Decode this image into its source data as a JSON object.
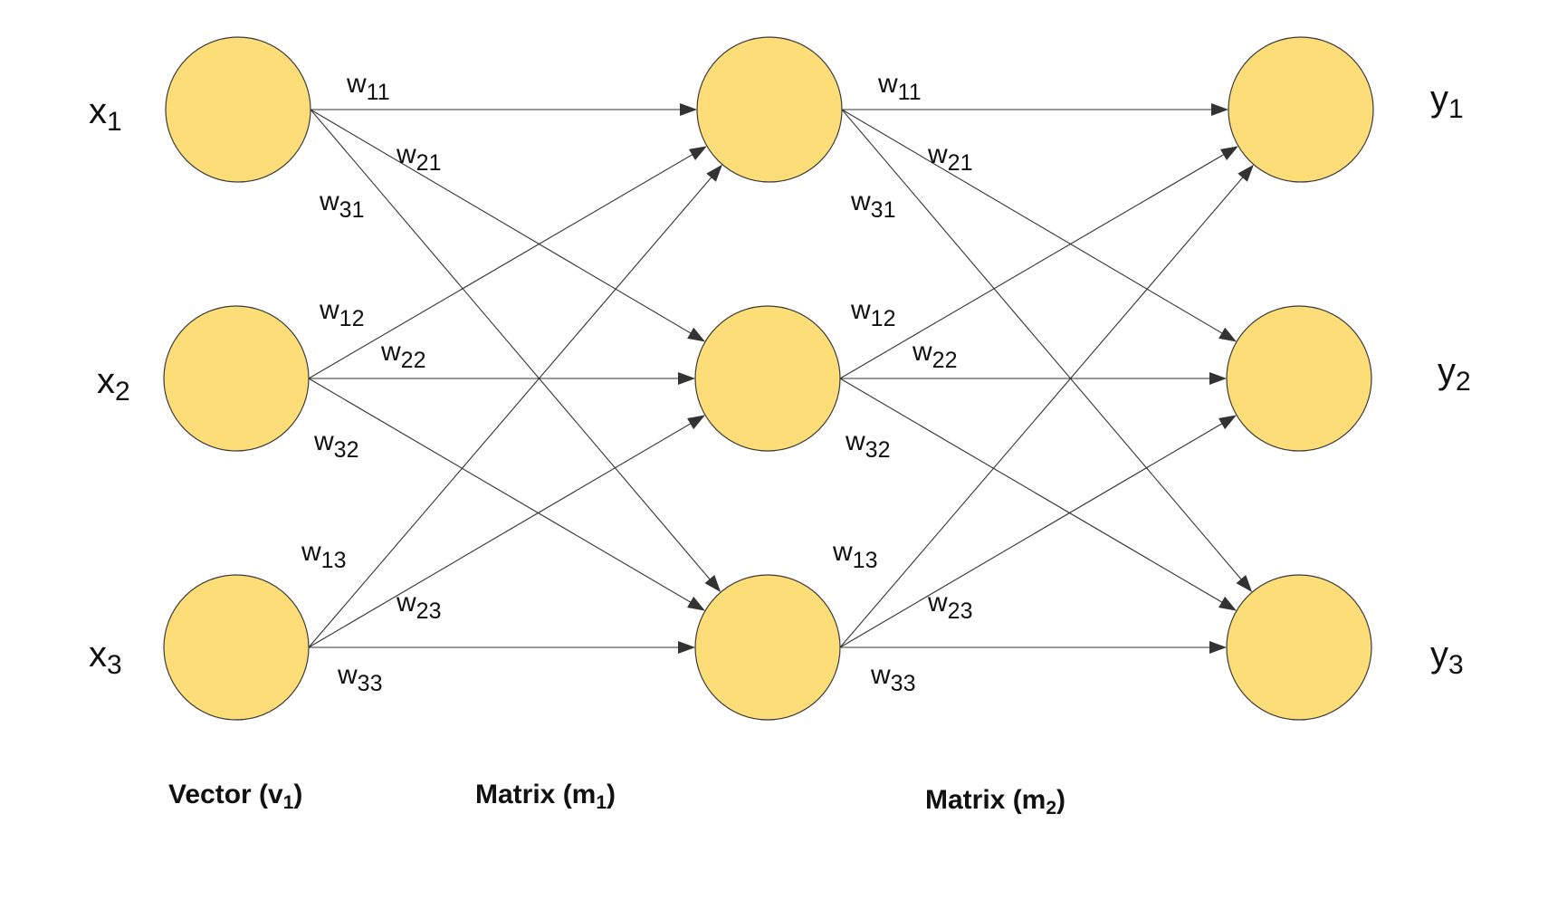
{
  "node_fill": "#FCDD78",
  "layers": [
    {
      "id": "input",
      "labels": [
        {
          "base": "x",
          "sub": "1"
        },
        {
          "base": "x",
          "sub": "2"
        },
        {
          "base": "x",
          "sub": "3"
        }
      ]
    },
    {
      "id": "hidden",
      "labels": []
    },
    {
      "id": "output",
      "labels": [
        {
          "base": "y",
          "sub": "1"
        },
        {
          "base": "y",
          "sub": "2"
        },
        {
          "base": "y",
          "sub": "3"
        }
      ]
    }
  ],
  "weights": {
    "m1": [
      {
        "base": "w",
        "sub": "11"
      },
      {
        "base": "w",
        "sub": "21"
      },
      {
        "base": "w",
        "sub": "31"
      },
      {
        "base": "w",
        "sub": "12"
      },
      {
        "base": "w",
        "sub": "22"
      },
      {
        "base": "w",
        "sub": "32"
      },
      {
        "base": "w",
        "sub": "13"
      },
      {
        "base": "w",
        "sub": "23"
      },
      {
        "base": "w",
        "sub": "33"
      }
    ],
    "m2": [
      {
        "base": "w",
        "sub": "11"
      },
      {
        "base": "w",
        "sub": "21"
      },
      {
        "base": "w",
        "sub": "31"
      },
      {
        "base": "w",
        "sub": "12"
      },
      {
        "base": "w",
        "sub": "22"
      },
      {
        "base": "w",
        "sub": "32"
      },
      {
        "base": "w",
        "sub": "13"
      },
      {
        "base": "w",
        "sub": "23"
      },
      {
        "base": "w",
        "sub": "33"
      }
    ]
  },
  "captions": {
    "vector": {
      "prefix": "Vector (v",
      "sub": "1",
      "suffix": ")"
    },
    "matrix1": {
      "prefix": "Matrix (m",
      "sub": "1",
      "suffix": ")"
    },
    "matrix2": {
      "prefix": "Matrix (m",
      "sub": "2",
      "suffix": ")"
    }
  }
}
